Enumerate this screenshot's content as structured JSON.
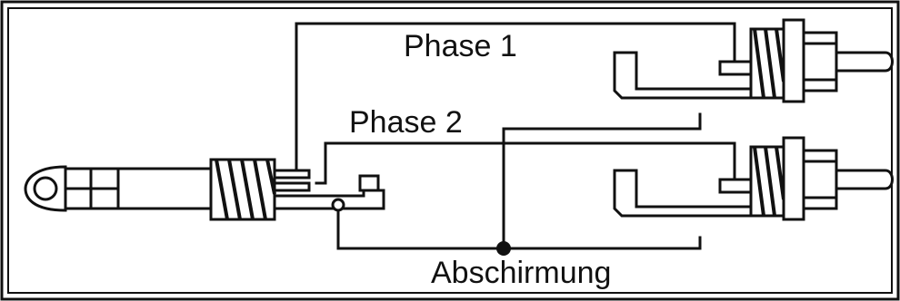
{
  "labels": {
    "phase1": "Phase 1",
    "phase2": "Phase 2",
    "shield": "Abschirmung"
  }
}
